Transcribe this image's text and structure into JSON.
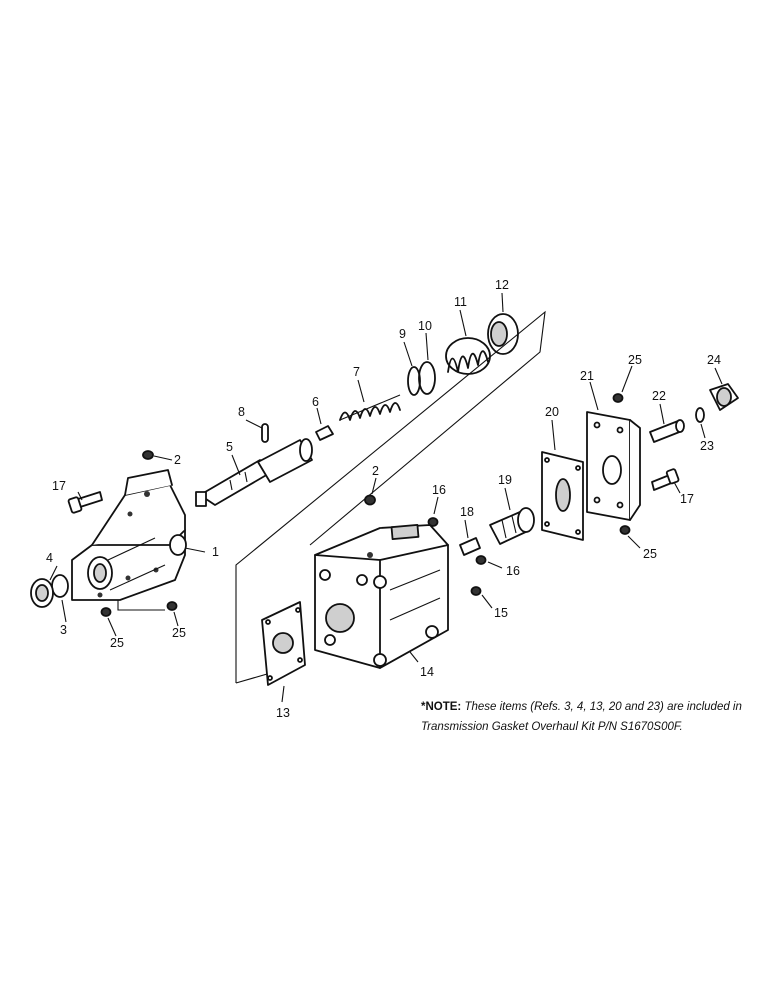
{
  "callouts": [
    {
      "label": "1"
    },
    {
      "label": "2"
    },
    {
      "label": "3"
    },
    {
      "label": "4"
    },
    {
      "label": "5"
    },
    {
      "label": "6"
    },
    {
      "label": "7"
    },
    {
      "label": "8"
    },
    {
      "label": "9"
    },
    {
      "label": "10"
    },
    {
      "label": "11"
    },
    {
      "label": "12"
    },
    {
      "label": "13"
    },
    {
      "label": "14"
    },
    {
      "label": "15"
    },
    {
      "label": "16"
    },
    {
      "label": "16"
    },
    {
      "label": "17"
    },
    {
      "label": "17"
    },
    {
      "label": "18"
    },
    {
      "label": "19"
    },
    {
      "label": "20"
    },
    {
      "label": "21"
    },
    {
      "label": "22"
    },
    {
      "label": "23"
    },
    {
      "label": "24"
    },
    {
      "label": "25"
    },
    {
      "label": "25"
    },
    {
      "label": "25"
    },
    {
      "label": "25"
    },
    {
      "label": "2"
    }
  ],
  "note": {
    "prefix": "*NOTE:",
    "line1": "These items (Refs. 3, 4, 13, 20 and 23) are included in",
    "line2": "Transmission Gasket Overhaul Kit P/N S1670S00F."
  }
}
